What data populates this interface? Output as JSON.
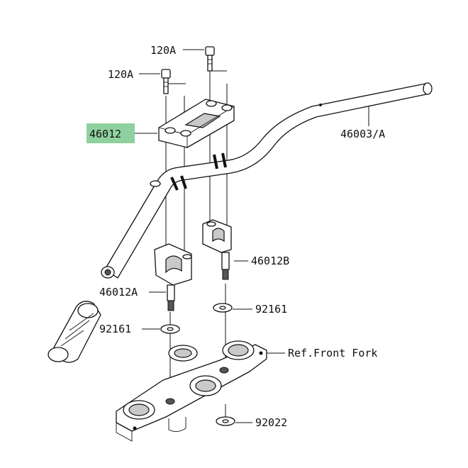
{
  "labels": {
    "bolt_upper": "120A",
    "bolt_lower": "120A",
    "clamp_upper": "46012",
    "handlebar": "46003/A",
    "holder_right": "46012B",
    "holder_left": "46012A",
    "washer_right": "92161",
    "washer_left": "92161",
    "ref_front_fork": "Ref.Front Fork",
    "washer_bottom": "92022"
  },
  "colors": {
    "highlight": "#8fd19e",
    "line": "#111111",
    "shade": "#c9c9c9"
  }
}
